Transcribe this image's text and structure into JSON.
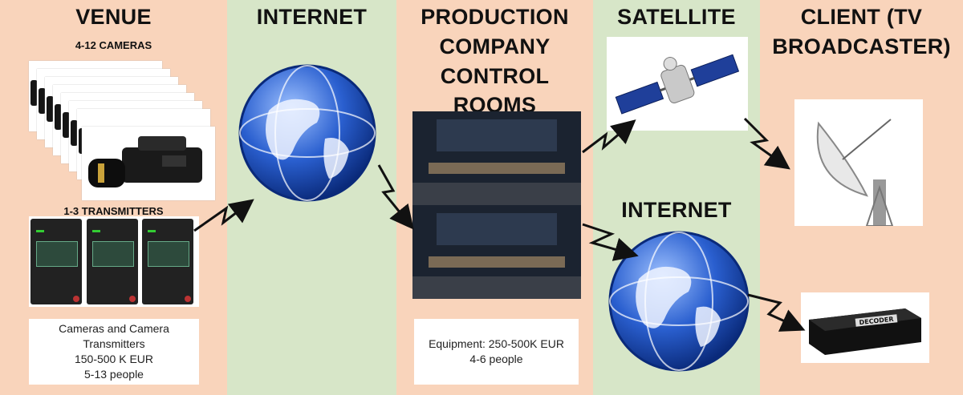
{
  "columns": {
    "venue": {
      "heading": "VENUE",
      "cameras_label": "4-12 CAMERAS",
      "transmitters_label": "1-3 TRANSMITTERS",
      "caption": [
        "Cameras and Camera",
        "Transmitters",
        "150-500 K EUR",
        "5-13 people"
      ]
    },
    "internet1": {
      "heading": "INTERNET"
    },
    "production": {
      "heading": [
        "PRODUCTION",
        "COMPANY",
        "CONTROL ROOMS"
      ],
      "caption": [
        "Equipment: 250-500K EUR",
        "4-6 people"
      ]
    },
    "satellite": {
      "heading": "SATELLITE",
      "internet_heading": "INTERNET"
    },
    "client": {
      "heading": [
        "CLIENT (TV",
        "BROADCASTER)"
      ],
      "decoder_label": "DECODER"
    }
  },
  "colors": {
    "peach": "#f9d4bb",
    "green": "#d7e6c8",
    "globe": "#1f4fb3"
  },
  "icons": [
    "camera-icon",
    "transmitter-icon",
    "globe-icon",
    "control-room-image",
    "satellite-icon",
    "satellite-dish-icon",
    "decoder-icon",
    "lightning-arrow-icon"
  ]
}
